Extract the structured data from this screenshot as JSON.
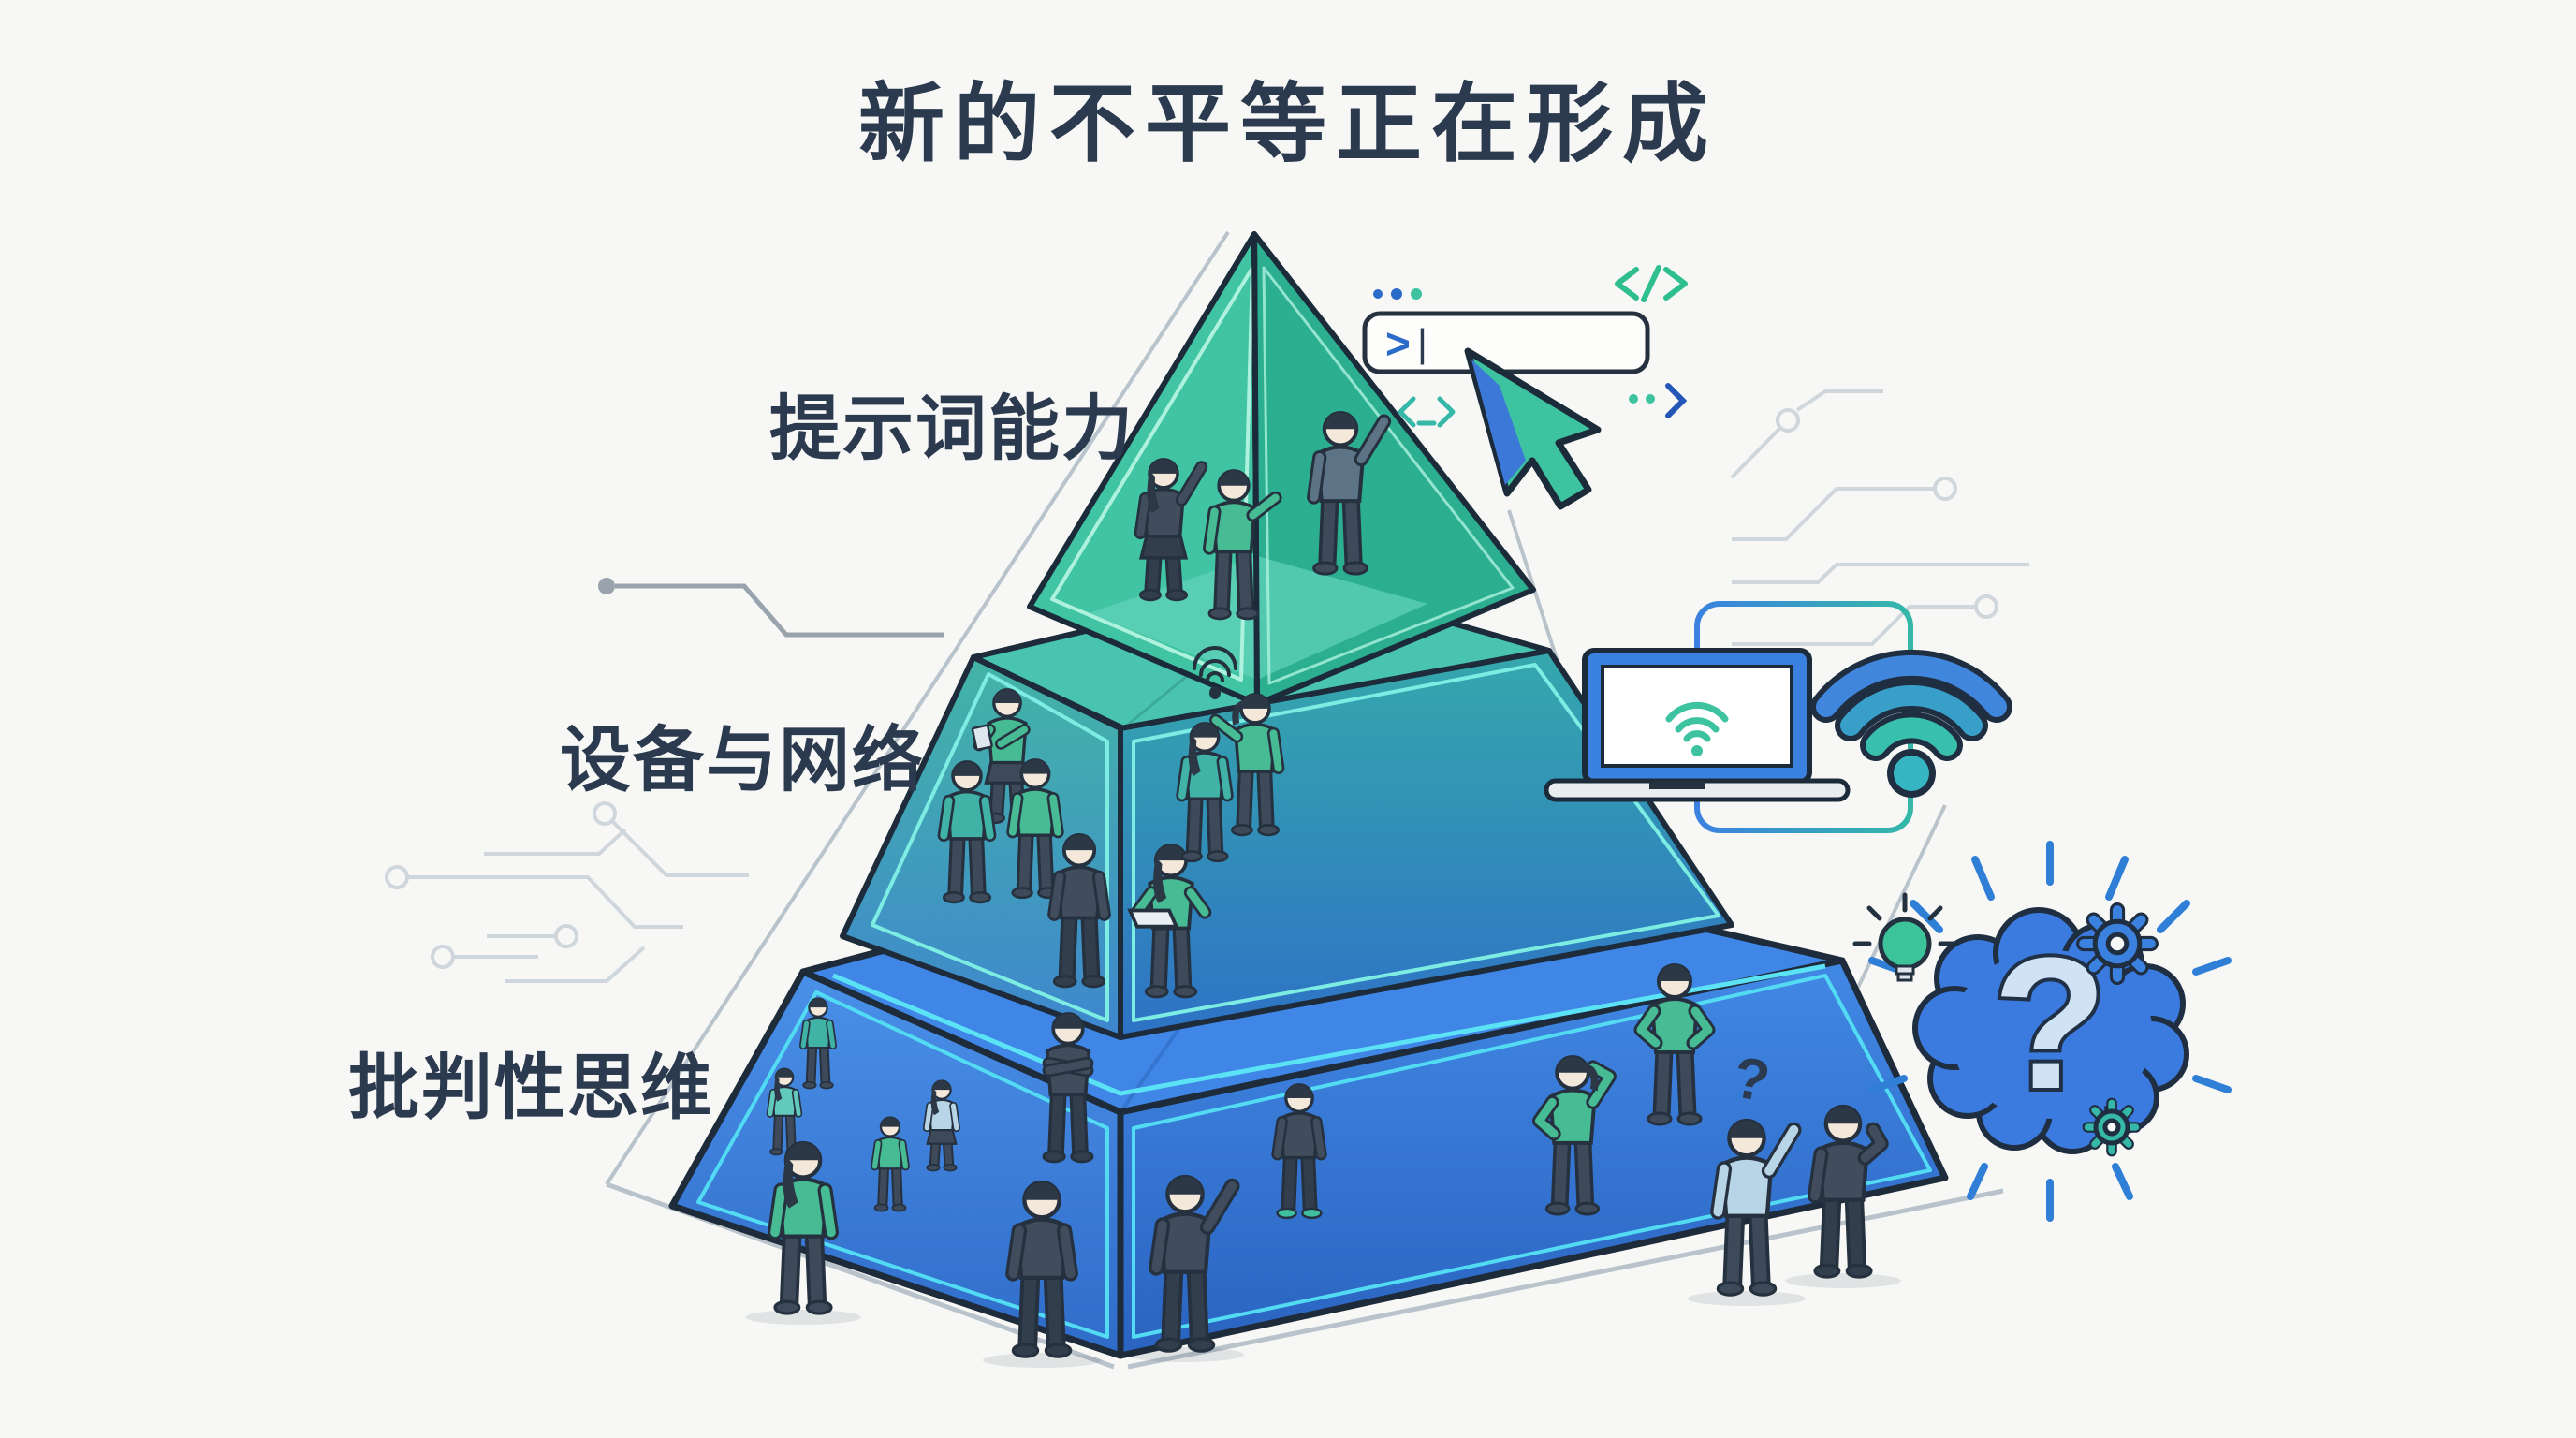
{
  "title": "新的不平等正在形成",
  "pyramid": {
    "levels": [
      {
        "id": "top",
        "label": "提示词能力",
        "color": "#3fc3a2"
      },
      {
        "id": "middle",
        "label": "设备与网络",
        "color": "#3a9ec2"
      },
      {
        "id": "bottom",
        "label": "批判性思维",
        "color": "#3b82e2"
      }
    ]
  },
  "annotations": {
    "prompt_chevron": ">",
    "prompt_caret": "|",
    "person_question_mark": "?",
    "brain_question_mark": "?"
  },
  "icons": {
    "prompt_input_box": "rounded terminal input with chevron and caret",
    "ellipsis_dots": "three dots",
    "code_tag": "</>",
    "terminal_tag": "<_>",
    "cursor_arrow": "mouse pointer arrow",
    "laptop": "laptop with wifi on screen",
    "wifi": "wifi signal arcs",
    "brain": "brain with question mark",
    "lightbulb": "idea bulb",
    "gear": "cog wheel",
    "circuit_traces": "pcb trace lines",
    "leader_line": "label connector line"
  },
  "colors": {
    "background": "#f7f8f5",
    "text": "#2b3a4e",
    "teal": "#3fc3a2",
    "blue": "#3b82e0",
    "cyan_glow": "#5ce2f5",
    "trace_gray": "#cfd6dc"
  }
}
